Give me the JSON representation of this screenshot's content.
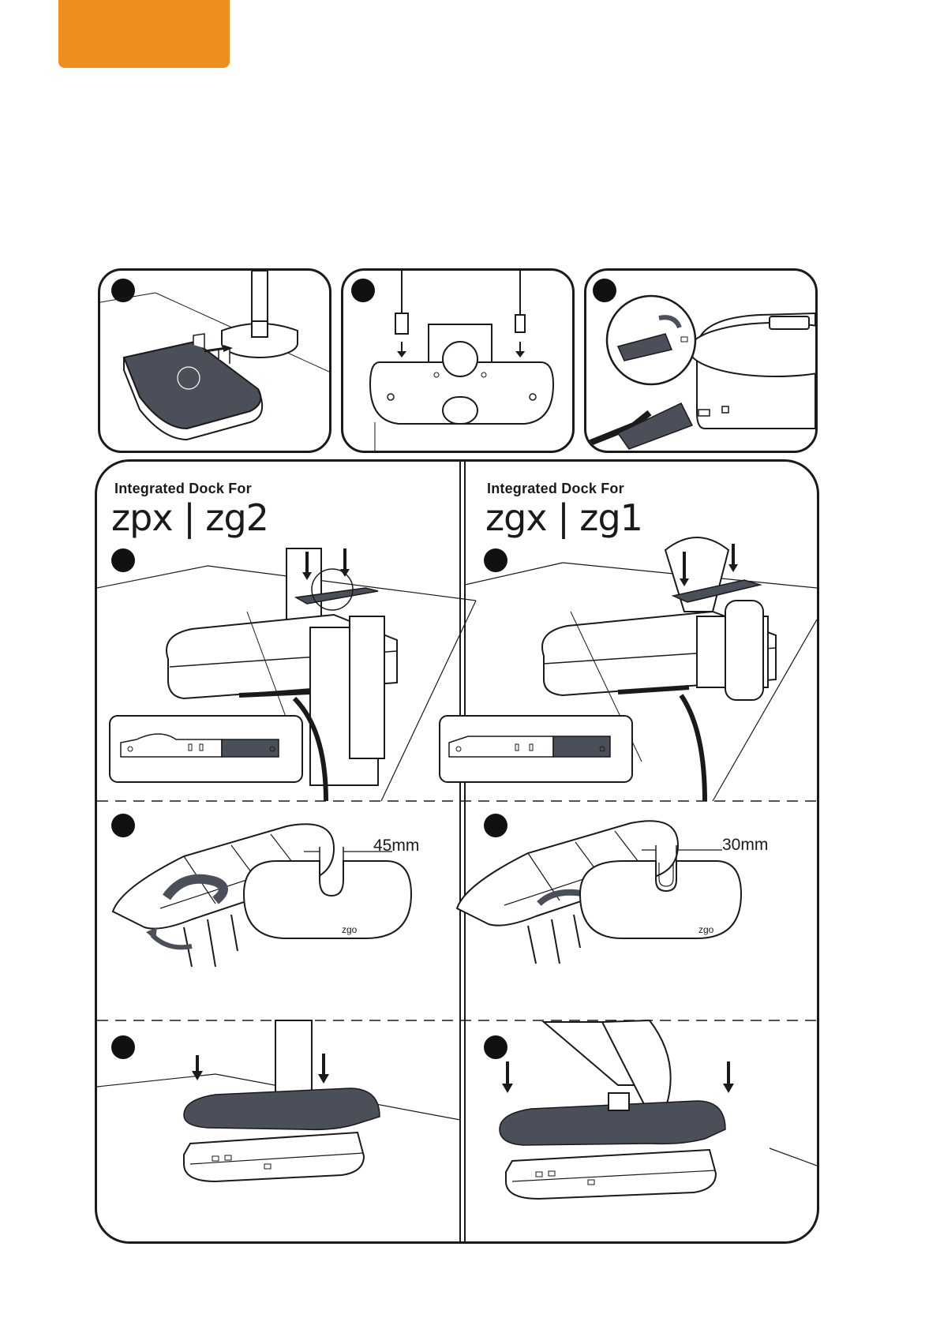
{
  "colors": {
    "accent": "#ef8e1d",
    "ink": "#1a1a1a",
    "dock_fill": "#4a4f5a"
  },
  "left_column": {
    "heading": "Integrated Dock For",
    "models": "zpx | zg2",
    "cutout_dimension": "45mm",
    "brand_mark": "zgo"
  },
  "right_column": {
    "heading": "Integrated Dock For",
    "models": "zgx | zg1",
    "cutout_dimension": "30mm",
    "brand_mark": "zgo"
  }
}
